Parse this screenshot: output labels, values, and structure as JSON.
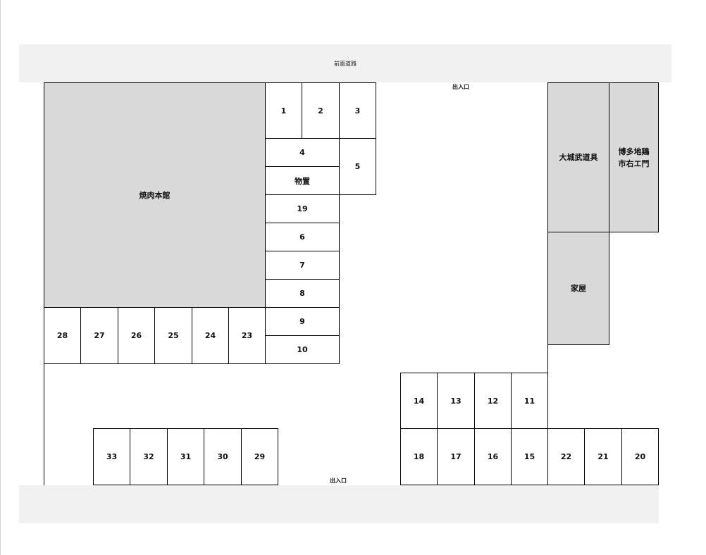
{
  "roads": {
    "front_road": "前面道路"
  },
  "gates": {
    "top": "出入口",
    "bottom": "出入口"
  },
  "buildings": {
    "main": "焼肉本館",
    "storage": "物置",
    "budogu": "大城武道具",
    "hakata_line1": "博多地鶏",
    "hakata_line2": "市右エ門",
    "house": "家屋"
  },
  "spaces": {
    "s1": "1",
    "s2": "2",
    "s3": "3",
    "s4": "4",
    "s5": "5",
    "s6": "6",
    "s7": "7",
    "s8": "8",
    "s9": "9",
    "s10": "10",
    "s11": "11",
    "s12": "12",
    "s13": "13",
    "s14": "14",
    "s15": "15",
    "s16": "16",
    "s17": "17",
    "s18": "18",
    "s19": "19",
    "s20": "20",
    "s21": "21",
    "s22": "22",
    "s23": "23",
    "s24": "24",
    "s25": "25",
    "s26": "26",
    "s27": "27",
    "s28": "28",
    "s29": "29",
    "s30": "30",
    "s31": "31",
    "s32": "32",
    "s33": "33"
  },
  "colors": {
    "building_fill": "#d9d9d9",
    "road_fill": "#f1f1f1",
    "line": "#000000"
  }
}
